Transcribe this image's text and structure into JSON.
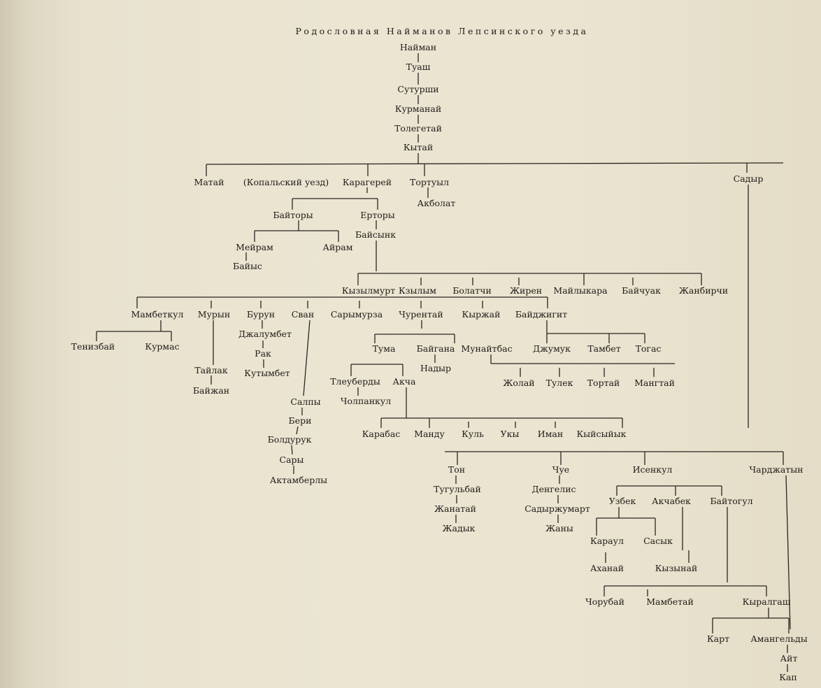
{
  "title": "Родословная Найманов Лепсинского уезда",
  "nodes": {
    "naiman": "Найман",
    "tuash": "Туаш",
    "suturshi": "Сутурши",
    "kurmanai": "Курманай",
    "tolegetai": "Толегетай",
    "kytai": "Кытай",
    "matai": "Матай",
    "kopal": "(Копальский уезд)",
    "karagerei": "Карагерей",
    "tortuyl": "Тортуыл",
    "akbolat": "Акболат",
    "sadyr": "Садыр",
    "baitory": "Байторы",
    "ertory": "Ерторы",
    "meiram": "Мейрам",
    "airam": "Айрам",
    "baiys": "Байыс",
    "baisynk": "Байсынк",
    "kyzylmurt": "Кызылмурт",
    "kzylym": "Кзылым",
    "bolatchi": "Болатчи",
    "zhren": "Жирен",
    "mailykara": "Майлыкара",
    "baichuak": "Байчуак",
    "zhanbirchi": "Жанбирчи",
    "mambetkul": "Мамбеткул",
    "muryn": "Мурын",
    "burun": "Бурун",
    "svan": "Сван",
    "sarymurza": "Сарымурза",
    "churentai": "Чурентай",
    "kyrzhai": "Кыржай",
    "baidzhigit": "Байджигит",
    "tenizbai": "Тенизбай",
    "kurmas": "Курмас",
    "dzhalumbet": "Джалумбет",
    "rak": "Рак",
    "kutymbet": "Кутымбет",
    "tailak": "Тайлак",
    "baizhan": "Байжан",
    "salpy": "Салпы",
    "beri": "Бери",
    "boldurk": "Болдурук",
    "sary": "Сары",
    "aktamberly": "Актамберлы",
    "tuma": "Тума",
    "baigana": "Байгана",
    "munaitbas": "Мунайтбас",
    "nadyr": "Надыр",
    "dzhumuk": "Джумук",
    "tambet": "Тамбет",
    "togas": "Тогас",
    "tleuberdy": "Тлеуберды",
    "akcha": "Акча",
    "cholpankul": "Чолпанкул",
    "zholai": "Жолай",
    "tulek": "Тулек",
    "tortai": "Тортай",
    "mangtai": "Мангтай",
    "karabas": "Карабас",
    "mandu": "Манду",
    "kul": "Куль",
    "uky": "Укы",
    "iman": "Иман",
    "kyisyiyk": "Кыйсыйык",
    "ton": "Тон",
    "chue": "Чуе",
    "isenkul": "Исенкул",
    "chardzhatyn": "Чарджатын",
    "tugulbai": "Тугульбай",
    "zhanatai": "Жанатай",
    "zhadyk": "Жадык",
    "dengelis": "Денгелис",
    "sadyrzhumart": "Садыржумарт",
    "zhany": "Жаны",
    "uzbek": "Узбек",
    "akchabek": "Акчабек",
    "baitogul": "Байтогул",
    "karaul": "Караул",
    "sasyk": "Сасык",
    "akhanai": "Аханай",
    "kyzynai": "Кызынай",
    "churubai": "Чорубай",
    "mambetai": "Мамбетай",
    "kyralgash": "Кыралгаш",
    "kart": "Карт",
    "amangeldy": "Амангельды",
    "ait": "Айт",
    "kap": "Кап"
  }
}
